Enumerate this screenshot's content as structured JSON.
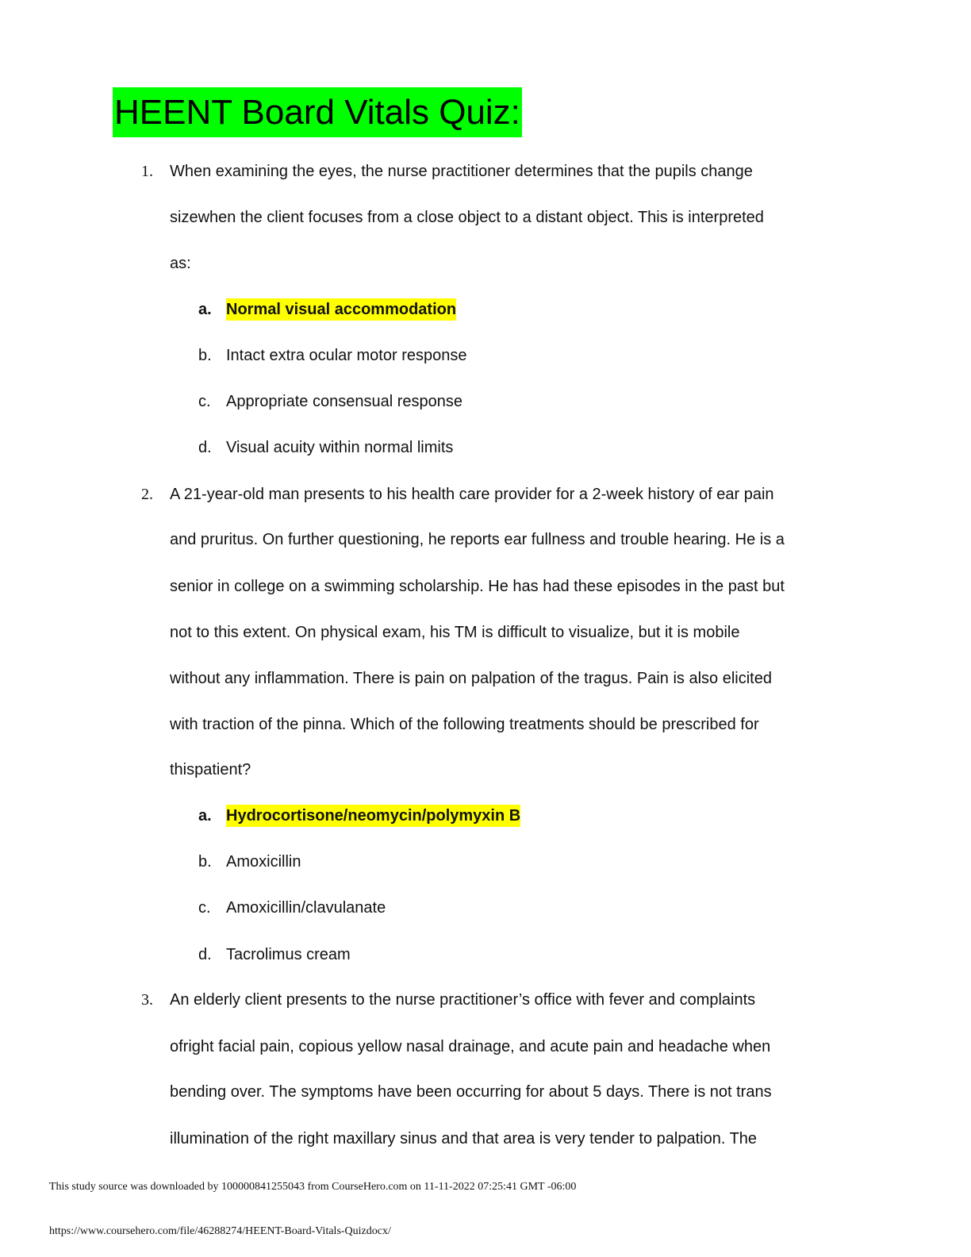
{
  "title": "HEENT Board Vitals Quiz:",
  "questions": [
    {
      "number": "1.",
      "lines": [
        "When examining the eyes, the nurse practitioner determines that the pupils change",
        "sizewhen the client focuses from a close object to a distant object. This is interpreted",
        "as:"
      ],
      "options": [
        {
          "letter": "a.",
          "text": "Normal visual accommodation",
          "correct": true
        },
        {
          "letter": "b.",
          "text": "Intact extra ocular motor response",
          "correct": false
        },
        {
          "letter": "c.",
          "text": "Appropriate consensual response",
          "correct": false
        },
        {
          "letter": "d.",
          "text": "Visual acuity within normal limits",
          "correct": false
        }
      ]
    },
    {
      "number": "2.",
      "lines": [
        "A 21-year-old man presents to his health care provider for a 2-week history of ear pain",
        "and pruritus. On further questioning, he reports ear fullness and trouble hearing. He is a",
        "senior in college on a swimming scholarship. He has had these episodes in the past but",
        "not to this extent. On physical exam, his TM is difficult to visualize, but it is mobile",
        "without any inflammation. There is pain on palpation of the tragus. Pain is also elicited",
        "with traction of the pinna. Which of the following treatments should be prescribed for",
        "thispatient?"
      ],
      "options": [
        {
          "letter": "a.",
          "text": "Hydrocortisone/neomycin/polymyxin B",
          "correct": true
        },
        {
          "letter": "b.",
          "text": "Amoxicillin",
          "correct": false
        },
        {
          "letter": "c.",
          "text": "Amoxicillin/clavulanate",
          "correct": false
        },
        {
          "letter": "d.",
          "text": "Tacrolimus cream",
          "correct": false
        }
      ]
    },
    {
      "number": "3.",
      "lines": [
        "An elderly client presents to the nurse practitioner’s office with fever and complaints",
        "ofright facial pain, copious yellow nasal drainage, and acute pain and headache when",
        "bending over. The symptoms have been occurring for about 5 days. There is not trans",
        "illumination of the right maxillary sinus and that area is very tender to palpation. The"
      ],
      "options": []
    }
  ],
  "footer": {
    "source": "This study source was downloaded by 100000841255043 from CourseHero.com on 11-11-2022 07:25:41 GMT -06:00",
    "url": "https://www.coursehero.com/file/46288274/HEENT-Board-Vitals-Quizdocx/"
  },
  "colors": {
    "title_highlight": "#00ff00",
    "answer_highlight": "#ffff00"
  }
}
